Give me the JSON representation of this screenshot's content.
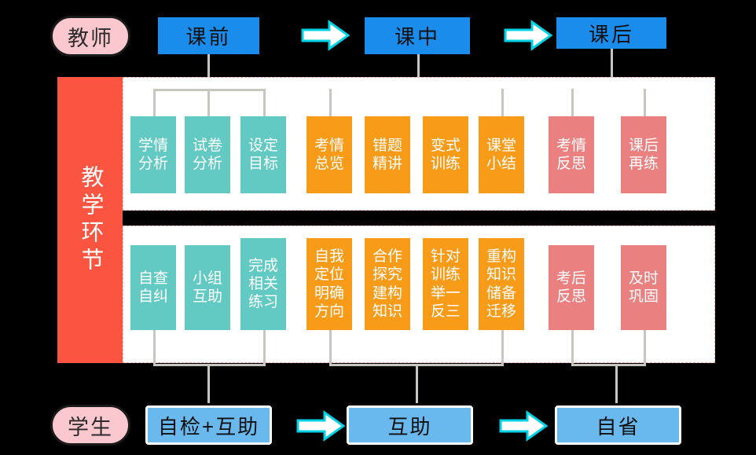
{
  "roles": {
    "teacher": "教师",
    "student": "学生"
  },
  "axis": {
    "label": "教学环节"
  },
  "teacher_phases": [
    {
      "label": "课前"
    },
    {
      "label": "课中"
    },
    {
      "label": "课后"
    }
  ],
  "student_phases": [
    {
      "label": "自检+互助"
    },
    {
      "label": "互助"
    },
    {
      "label": "自省"
    }
  ],
  "arrow_icon": "right-arrow-icon",
  "teacher_steps": [
    {
      "label": "学情\n分析",
      "color": "#63c9c3",
      "group": "pre"
    },
    {
      "label": "试卷\n分析",
      "color": "#63c9c3",
      "group": "pre"
    },
    {
      "label": "设定\n目标",
      "color": "#63c9c3",
      "group": "pre"
    },
    {
      "label": "考情\n总览",
      "color": "#f89b19",
      "group": "during"
    },
    {
      "label": "错题\n精讲",
      "color": "#f89b19",
      "group": "during"
    },
    {
      "label": "变式\n训练",
      "color": "#f89b19",
      "group": "during"
    },
    {
      "label": "课堂\n小结",
      "color": "#f89b19",
      "group": "during"
    },
    {
      "label": "考情\n反思",
      "color": "#ea8080",
      "group": "post"
    },
    {
      "label": "课后\n再练",
      "color": "#ea8080",
      "group": "post"
    }
  ],
  "student_steps": [
    {
      "label": "自查\n自纠",
      "color": "#63c9c3",
      "group": "pre"
    },
    {
      "label": "小组\n互助",
      "color": "#63c9c3",
      "group": "pre"
    },
    {
      "label": "完成\n相关\n练习",
      "color": "#63c9c3",
      "group": "pre"
    },
    {
      "label": "自我\n定位\n明确\n方向",
      "color": "#f89b19",
      "group": "during"
    },
    {
      "label": "合作\n探究\n建构\n知识",
      "color": "#f89b19",
      "group": "during"
    },
    {
      "label": "针对\n训练\n举一\n反三",
      "color": "#f89b19",
      "group": "during"
    },
    {
      "label": "重构\n知识\n储备\n迁移",
      "color": "#f89b19",
      "group": "during"
    },
    {
      "label": "考后\n反思",
      "color": "#ea8080",
      "group": "post"
    },
    {
      "label": "及时\n巩固",
      "color": "#ea8080",
      "group": "post"
    }
  ],
  "colors": {
    "background": "#000000",
    "panel": "#ffffff",
    "panel_border": "#f5a6a6",
    "axis_red": "#fb5541",
    "phase_blue": "#1a8cec",
    "student_blue": "#69b8ee",
    "pill_pink": "#fbc8d0",
    "teal": "#63c9c3",
    "orange": "#f89b19",
    "rose": "#ea8080",
    "connector": "#c9c5bf",
    "arrow_outline": "#00d2e6",
    "arrow_fill": "#ffffff"
  }
}
